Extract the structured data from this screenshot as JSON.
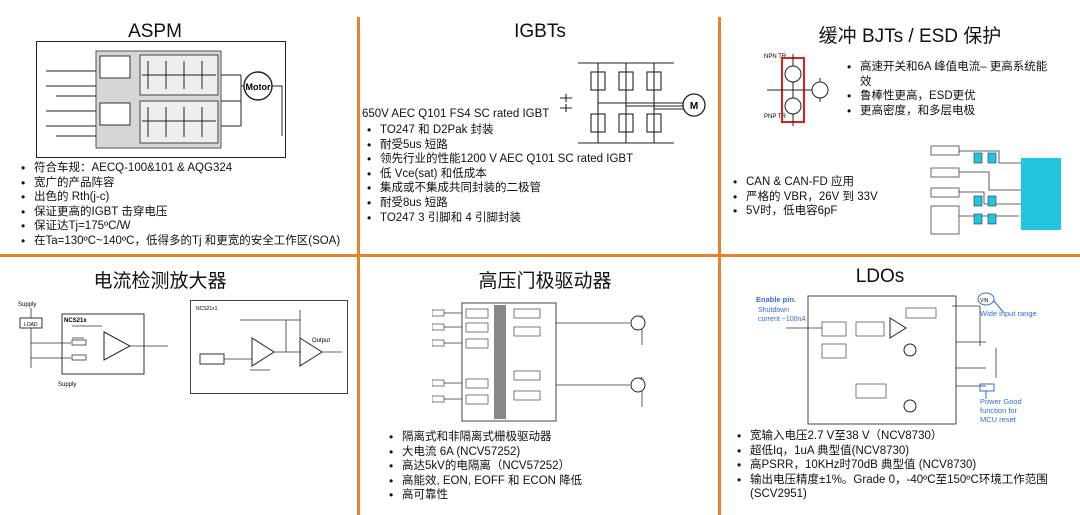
{
  "panels": {
    "aspm": {
      "title": "ASPM",
      "motor_label": "Motor",
      "bullets": [
        "符合车规：AECQ-100&101 & AQG324",
        "宽广的产品阵容",
        "出色的 Rth(j-c)",
        "保证更高的IGBT 击穿电压",
        "保证达Tj=175ºC/W",
        "在Ta=130ºC~140ºC，低得多的Tj 和更宽的安全工作区(SOA)"
      ]
    },
    "igbt": {
      "title": "IGBTs",
      "motor_label": "M",
      "headline": "650V AEC Q101 FS4 SC rated IGBT",
      "bullets": [
        "TO247 和 D2Pak 封装",
        "耐受5us 短路",
        "领先行业的性能1200 V AEC Q101 SC rated IGBT",
        "低 Vce(sat) 和低成本",
        "集成或不集成共同封装的二极管",
        "耐受8us 短路",
        "TO247 3 引脚和 4 引脚封装"
      ]
    },
    "bjt": {
      "title": "缓冲 BJTs / ESD 保护",
      "npn_label": "NPN TR",
      "pnp_label": "PNP TR",
      "bullets_top": [
        "高速开关和6A 峰值电流– 更高系统能效",
        "鲁棒性更高，ESD更优",
        "更高密度，和多层电极"
      ],
      "bullets_bottom": [
        "CAN & CAN-FD 应用",
        "严格的 VBR，26V 到 33V",
        "5V时，低电容6pF"
      ]
    },
    "csa": {
      "title": "电流检测放大器",
      "labels": {
        "supply": "Supply",
        "load": "LOAD",
        "part": "NCS21x",
        "output": "Output",
        "part2": "NCS21x1"
      }
    },
    "gate": {
      "title": "高压门极驱动器",
      "bullets": [
        "隔离式和非隔离式栅极驱动器",
        "大电流 6A (NCV57252)",
        "高达5kV的电隔离（NCV57252）",
        "高能效, EON, EOFF 和 ECON 降低",
        "高可靠性"
      ]
    },
    "ldo": {
      "title": "LDOs",
      "ann_enable": "Enable pin.",
      "ann_shutdown": "Shutdown",
      "ann_current": "current ~100nA",
      "ann_range": "Wide input range",
      "ann_pg1": "Power Good",
      "ann_pg2": "function for",
      "ann_pg3": "MCU reset",
      "vin": "VIN",
      "bullets": [
        "宽输入电压2.7 V至38 V（NCV8730）",
        "超低Iq，1uA 典型值(NCV8730)",
        "高PSRR，10KHz时70dB 典型值 (NCV8730)",
        "输出电压精度±1%。Grade 0，-40ºC至150ºC环境工作范围 (SCV2951)"
      ]
    }
  },
  "colors": {
    "divider": "#e8822a",
    "highlight": "#e02020",
    "accent_cyan": "#22c5e0",
    "annotation_blue": "#2f6fd6"
  }
}
